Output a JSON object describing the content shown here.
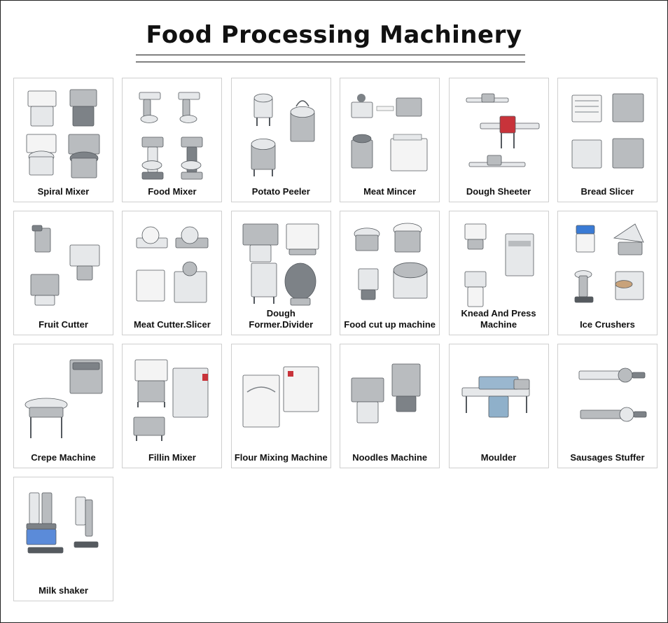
{
  "header": {
    "title": "Food Processing Machinery"
  },
  "items": [
    {
      "name": "Spiral Mixer",
      "icon": "spiral-mixer-icon"
    },
    {
      "name": "Food Mixer",
      "icon": "food-mixer-icon"
    },
    {
      "name": "Potato Peeler",
      "icon": "potato-peeler-icon"
    },
    {
      "name": "Meat Mincer",
      "icon": "meat-mincer-icon"
    },
    {
      "name": "Dough Sheeter",
      "icon": "dough-sheeter-icon"
    },
    {
      "name": "Bread Slicer",
      "icon": "bread-slicer-icon"
    },
    {
      "name": "Fruit Cutter",
      "icon": "fruit-cutter-icon"
    },
    {
      "name": "Meat Cutter.Slicer",
      "icon": "meat-slicer-icon"
    },
    {
      "name": "Dough\nFormer.Divider",
      "icon": "dough-divider-icon"
    },
    {
      "name": "Food cut up machine",
      "icon": "bowl-cutter-icon"
    },
    {
      "name": "Knead And Press\nMachine",
      "icon": "knead-press-icon"
    },
    {
      "name": "Ice Crushers",
      "icon": "ice-crusher-icon"
    },
    {
      "name": "Crepe Machine",
      "icon": "crepe-machine-icon"
    },
    {
      "name": "Fillin Mixer",
      "icon": "filling-mixer-icon"
    },
    {
      "name": "Flour Mixing Machine",
      "icon": "flour-mixer-icon"
    },
    {
      "name": "Noodles Machine",
      "icon": "noodles-machine-icon"
    },
    {
      "name": "Moulder",
      "icon": "moulder-icon"
    },
    {
      "name": "Sausages Stuffer",
      "icon": "sausage-stuffer-icon"
    },
    {
      "name": "Milk shaker",
      "icon": "milk-shaker-icon"
    }
  ]
}
